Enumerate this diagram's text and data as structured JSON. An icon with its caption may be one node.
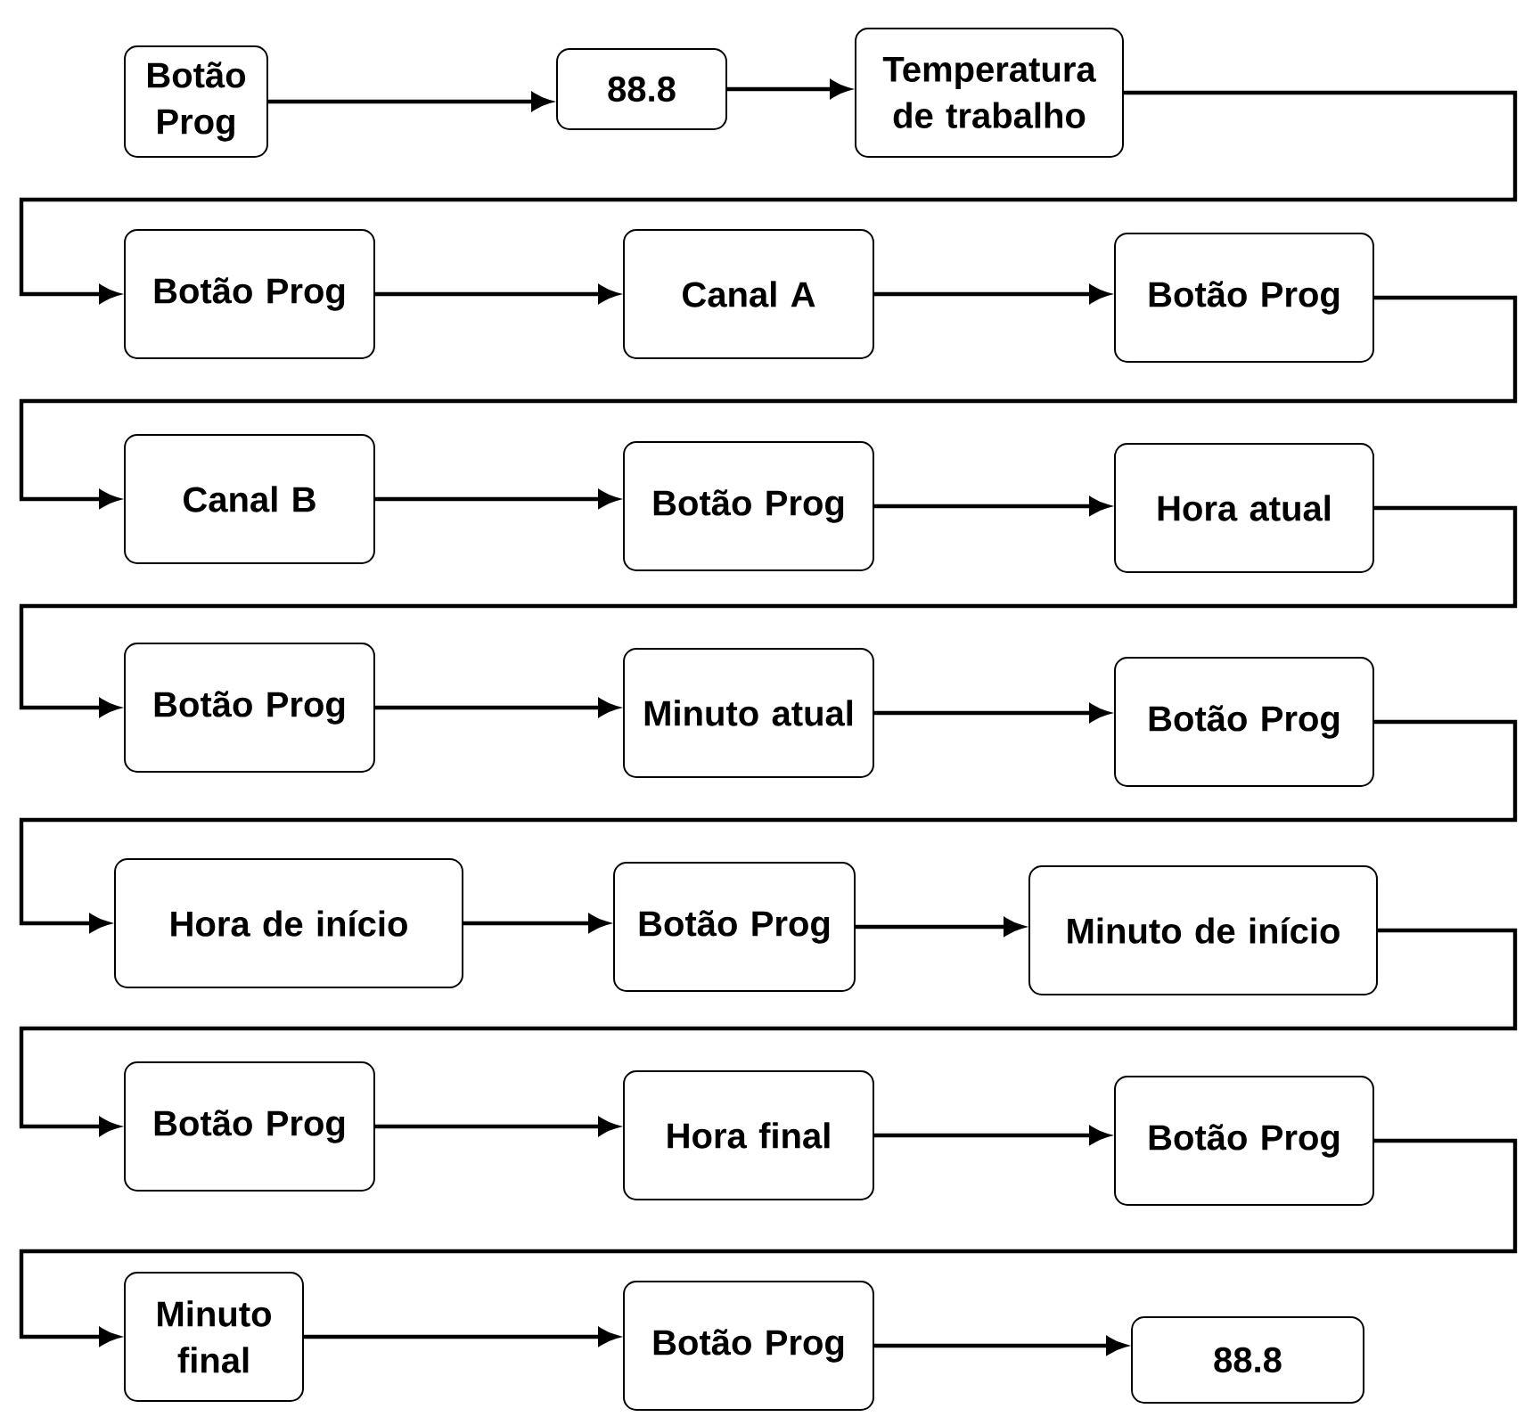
{
  "diagram": {
    "nodes": [
      {
        "text": [
          "Botão Prog"
        ]
      },
      {
        "text": [
          "88.8"
        ]
      },
      {
        "text": [
          "Temperatura de trabalho"
        ]
      },
      {
        "text": [
          "Botão Prog"
        ]
      },
      {
        "text": [
          "Canal A"
        ]
      },
      {
        "text": [
          "Botão Prog"
        ]
      },
      {
        "text": [
          "Canal B"
        ]
      },
      {
        "text": [
          "Botão Prog"
        ]
      },
      {
        "text": [
          "Hora atual"
        ]
      },
      {
        "text": [
          "Botão Prog"
        ]
      },
      {
        "text": [
          "Minuto atual"
        ]
      },
      {
        "text": [
          "Botão Prog"
        ]
      },
      {
        "text": [
          "Hora de início"
        ]
      },
      {
        "text": [
          "Botão Prog"
        ]
      },
      {
        "text": [
          "Minuto de início"
        ]
      },
      {
        "text": [
          "Botão Prog"
        ]
      },
      {
        "text": [
          "Hora final"
        ]
      },
      {
        "text": [
          "Botão Prog"
        ]
      },
      {
        "text": [
          "Minuto final"
        ]
      },
      {
        "text": [
          "Botão Prog"
        ]
      },
      {
        "text": [
          "88.8"
        ]
      }
    ],
    "edges": [
      {
        "from": 0,
        "to": 1,
        "arrow": "to"
      },
      {
        "from": 1,
        "to": 2,
        "arrow": "to"
      },
      {
        "from": 2,
        "to": 3,
        "arrow": "to"
      },
      {
        "from": 3,
        "to": 4,
        "arrow": "to"
      },
      {
        "from": 4,
        "to": 5,
        "arrow": "to"
      },
      {
        "from": 5,
        "to": 6,
        "arrow": "to"
      },
      {
        "from": 6,
        "to": 7,
        "arrow": "to"
      },
      {
        "from": 7,
        "to": 8,
        "arrow": "to"
      },
      {
        "from": 8,
        "to": 9,
        "arrow": "to"
      },
      {
        "from": 9,
        "to": 10,
        "arrow": "to"
      },
      {
        "from": 10,
        "to": 11,
        "arrow": "to"
      },
      {
        "from": 11,
        "to": 12,
        "arrow": "to"
      },
      {
        "from": 12,
        "to": 13,
        "arrow": "to"
      },
      {
        "from": 13,
        "to": 14,
        "arrow": "to"
      },
      {
        "from": 14,
        "to": 15,
        "arrow": "to"
      },
      {
        "from": 15,
        "to": 16,
        "arrow": "to"
      },
      {
        "from": 16,
        "to": 17,
        "arrow": "to"
      },
      {
        "from": 17,
        "to": 18,
        "arrow": "to"
      },
      {
        "from": 18,
        "to": 19,
        "arrow": "to"
      },
      {
        "from": 19,
        "to": 20,
        "arrow": "to"
      }
    ]
  }
}
